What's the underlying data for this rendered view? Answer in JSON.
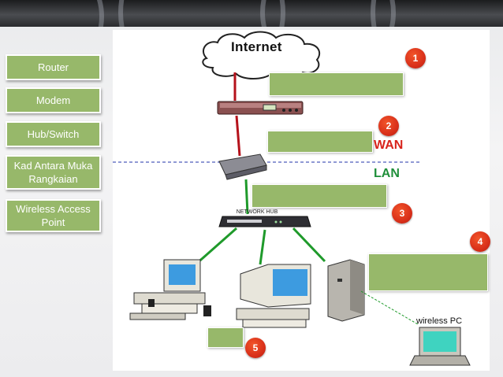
{
  "sidebar": {
    "items": [
      {
        "label": "Router"
      },
      {
        "label": "Modem"
      },
      {
        "label": "Hub/Switch"
      },
      {
        "label": "Kad Antara Muka Rangkaian"
      },
      {
        "label": "Wireless Access Point"
      }
    ]
  },
  "diagram": {
    "internet_label": "Internet",
    "wan_label": "WAN",
    "lan_label": "LAN",
    "wireless_pc_label": "wireless PC",
    "hub_label": "NETWORK HUB",
    "badges": [
      "1",
      "2",
      "3",
      "4",
      "5"
    ]
  },
  "colors": {
    "tile": "#97b86a",
    "badge": "#e0381d",
    "wan_line": "#b5121b",
    "lan_line": "#1f9a2b",
    "divider": "#2233aa"
  }
}
